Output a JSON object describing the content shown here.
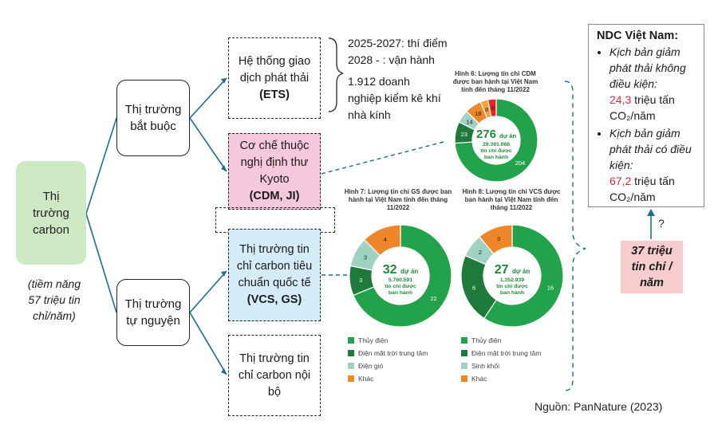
{
  "root": {
    "label": "Thị trường carbon"
  },
  "root_note": "(tiềm năng 57 triệu tin chỉ/năm)",
  "compliance": {
    "label": "Thị trường bắt buộc"
  },
  "voluntary": {
    "label": "Thị trường tự nguyện"
  },
  "ets": {
    "label": "Hệ thống giao dịch phát thải",
    "code": "(ETS)"
  },
  "kyoto": {
    "label": "Cơ chế thuộc nghị định thư Kyoto",
    "code": "(CDM, JI)"
  },
  "vcs": {
    "label": "Thị trường tin chỉ carbon tiêu chuẩn quốc tế",
    "code": "(VCS, GS)"
  },
  "internal": {
    "label": "Thị trường tin chỉ carbon nội bộ"
  },
  "ets_notes": {
    "line1": "2025-2027: thí điểm",
    "line2": "2028 - : vận hành",
    "line3": "1.912 doanh nghiệp kiểm kê khí nhà kính"
  },
  "ndc": {
    "title": "NDC Việt Nam:",
    "s1_text": "Kịch bản giảm phát thải không điều kiện:",
    "s1_num": "24,3",
    "s1_unit": "triệu tấn CO₂/năm",
    "s2_text": "Kịch bản giảm phát thải có điều kiện:",
    "s2_num": "67,2",
    "s2_unit": "triệu tấn CO₂/năm"
  },
  "credits_box": "37 triệu tin chỉ / năm",
  "question_mark": "?",
  "source": "Nguồn: PanNature (2023)",
  "colors": {
    "hydro": "#22a24a",
    "solar": "#1d7a3a",
    "wind": "#9fd2c2",
    "other": "#f0862a",
    "red": "#e8262a",
    "accent_text": "#1f8a3c",
    "dashed_line": "#1a6f8a"
  },
  "chart_data": [
    {
      "type": "pie",
      "title": "Hình 6: Lượng tín chỉ CDM được ban hành tại Việt Nam tính đến tháng 11/2022",
      "center_main": "276",
      "center_unit": "dự án",
      "center_sub": "29.391.066 tín chỉ được ban hành",
      "values": [
        204,
        23,
        14,
        18,
        8,
        9
      ],
      "colors": [
        "#22a24a",
        "#1d7a3a",
        "#9fd2c2",
        "#f0862a",
        "#f5a23a",
        "#e8262a"
      ]
    },
    {
      "type": "pie",
      "title": "Hình 7: Lượng tín chỉ GS được ban hành tại Việt Nam tính đến tháng 11/2022",
      "center_main": "32",
      "center_unit": "dự án",
      "center_sub": "5.760.591 tín chỉ được ban hành",
      "values": [
        22,
        3,
        3,
        4
      ],
      "labels": [
        "Thủy điện",
        "Điện mặt trời trung tâm",
        "Điện gió",
        "Khác"
      ],
      "colors": [
        "#22a24a",
        "#1d7a3a",
        "#9fd2c2",
        "#f0862a"
      ]
    },
    {
      "type": "pie",
      "title": "Hình 8: Lượng tín chỉ VCS được ban hành tại Việt Nam tính đến tháng 11/2022",
      "center_main": "27",
      "center_unit": "dự án",
      "center_sub": "1.352.939 tín chỉ được ban hành",
      "values": [
        16,
        6,
        2,
        3
      ],
      "labels": [
        "Thủy điện",
        "Điện mặt trời trung tâm",
        "Sinh khối",
        "Khác"
      ],
      "colors": [
        "#22a24a",
        "#1d7a3a",
        "#9fd2c2",
        "#f0862a"
      ]
    }
  ]
}
